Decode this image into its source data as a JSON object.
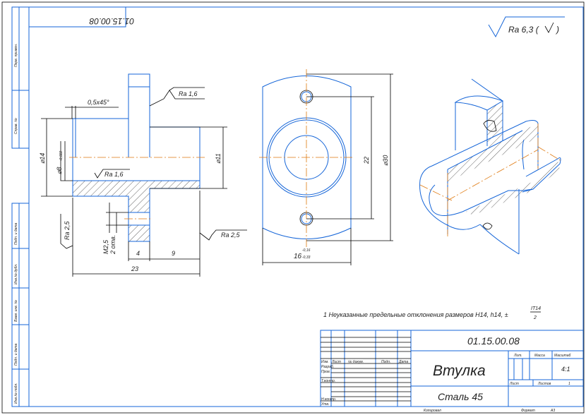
{
  "sheet": {
    "code": "01.15.00.08",
    "code_mirrored": "01.15.00.08",
    "roughness_general": "Ra 6,3 (",
    "roughness_general_tail": ")",
    "note_prefix": "1 Неуказанные предельные отклонения размеров H14, h14, ±",
    "note_fraction_num": "IT14",
    "note_fraction_den": "2",
    "copied": "Копировал",
    "format_label": "Формат",
    "format_value": "А3"
  },
  "side_strip": [
    "Перв. примен.",
    "Справ. №",
    "Подп. и дата",
    "Инв.№ дубл.",
    "Взам. инв. №",
    "Подп. и дата",
    "Инв.№ подл."
  ],
  "title_block": {
    "headers": [
      "Изм.",
      "Лист",
      "№ докум.",
      "Подп.",
      "Дата"
    ],
    "roles": [
      "Разраб.",
      "Пров.",
      "Т.контр.",
      "Н.контр.",
      "Утв."
    ],
    "name": "Втулка",
    "material": "Сталь 45",
    "lit_label": "Лит.",
    "mass_label": "Масса",
    "scale_label": "Масштаб",
    "scale_value": "4:1",
    "sheet_label": "Лист",
    "sheets_label": "Листов",
    "sheets_value": "1"
  },
  "side_view": {
    "chamfer": "0,5x45°",
    "ra_top": "Ra 1,6",
    "ra_bore": "Ra 1,6",
    "ra_left": "Ra 2,5",
    "ra_right": "Ra 2,5",
    "d14": "⌀14",
    "d8": "⌀8",
    "d8_tol": "-0,022",
    "d11": "⌀11",
    "thread": "M2,5",
    "holes": "2 отв.",
    "dim4": "4",
    "dim9": "9",
    "dim23": "23"
  },
  "front_view": {
    "dim22": "22",
    "d30": "⌀30",
    "dim16": "16",
    "tol_upper": "-0,16",
    "tol_lower": "-0,33"
  }
}
